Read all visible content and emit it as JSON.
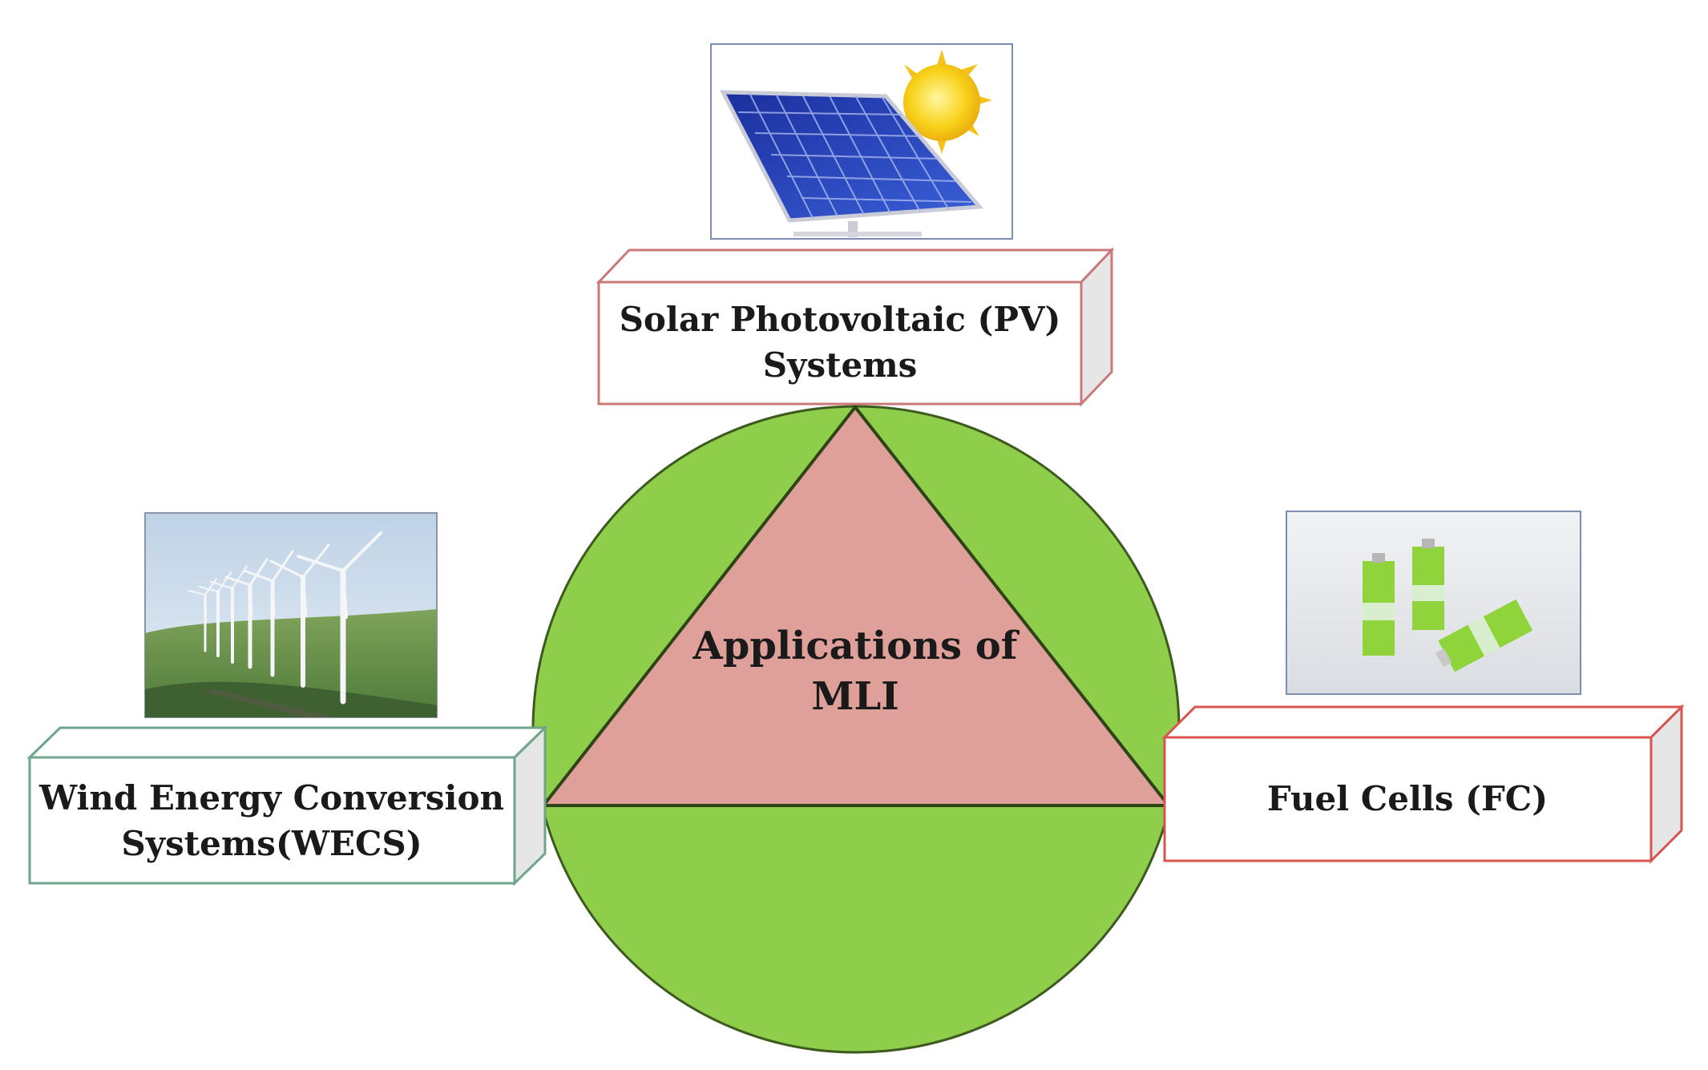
{
  "center": {
    "line1": "Applications of",
    "line2": "MLI"
  },
  "solar": {
    "line1": "Solar Photovoltaic (PV)",
    "line2": "Systems",
    "image_icon": "solar-panel-sun-icon"
  },
  "wind": {
    "line1": "Wind Energy Conversion",
    "line2": "Systems(WECS)",
    "image_icon": "wind-turbines-icon"
  },
  "fuel": {
    "line1": "Fuel Cells (FC)",
    "image_icon": "fuel-cell-batteries-icon"
  },
  "colors": {
    "circle": "#8fce4b",
    "triangle": "#e0a09a",
    "solar_border": "#c97a78",
    "wind_border": "#6fa58a",
    "fuel_border": "#d9534f"
  }
}
